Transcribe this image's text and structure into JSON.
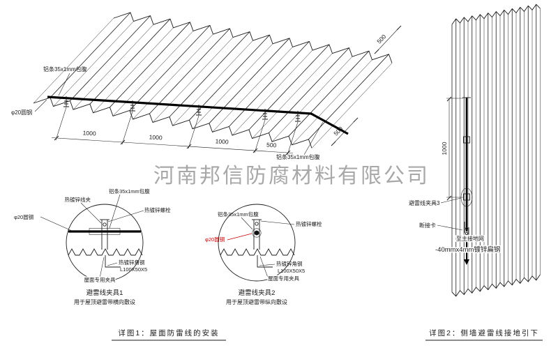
{
  "watermark": "河南邦信防腐材料有限公司",
  "figure1": {
    "caption": "详图1：屋面防雷线的安装",
    "roof": {
      "alu_label_top": "铝条35x1mm包腹",
      "alu_label_right": "铝条35x1mm包腹",
      "rod_label": "φ20圆钢",
      "dims": [
        "1000",
        "1000",
        "1000",
        "500"
      ],
      "dim_right": "500",
      "dim_top": "500"
    },
    "detail1": {
      "title": "避雷线夹具1",
      "subtitle": "用于屋顶避雷带横向敷设",
      "wire_clip": "热镀锌线夹",
      "alu": "铝条35x1mm包腹",
      "bolt": "热镀锌螺栓",
      "rod": "φ20圆钢",
      "angle_steel": "热镀锌角钢",
      "angle_spec": "L100X50X5",
      "roof_clamp": "屋面专用夹具"
    },
    "detail2": {
      "title": "避雷线夹具2",
      "subtitle": "用于屋顶避雷带纵向敷设",
      "alu": "铝条35x1mm包腹",
      "bolt": "热镀锌螺栓",
      "rod": "φ20圆钢",
      "angle_steel": "热镀锌角钢",
      "angle_spec": "L100X50X5",
      "roof_clamp": "屋面专用夹具"
    }
  },
  "figure2": {
    "caption": "详图2：侧墙避雷线接地引下",
    "clamp3": "避雷线夹具3",
    "disconnect": "断接卡",
    "to_ground": "至主接地网",
    "flat_steel": "-40mmx4mm镀锌扁钢",
    "dim_vertical": "1000"
  }
}
